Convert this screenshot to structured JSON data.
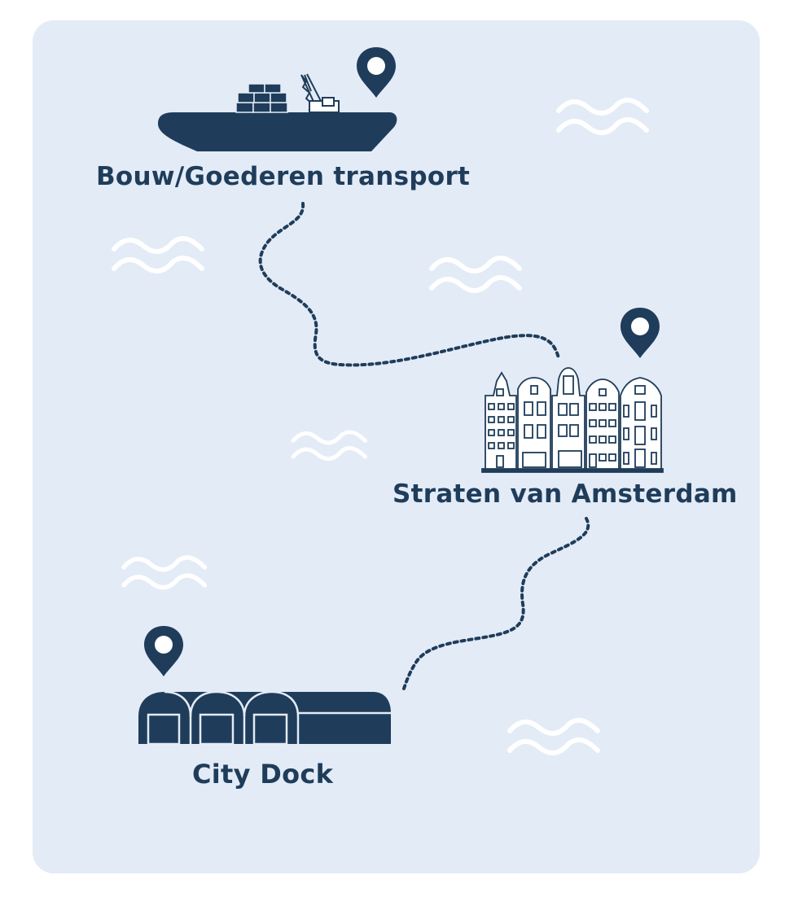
{
  "colors": {
    "background": "#e3ebf7",
    "primary": "#1f3d5a",
    "waves": "#ffffff"
  },
  "route": {
    "stops": [
      {
        "id": "ship",
        "label": "Bouw/Goederen transport",
        "icon": "cargo-ship-icon",
        "pin": "location-pin-icon"
      },
      {
        "id": "street",
        "label": "Straten van Amsterdam",
        "icon": "canal-houses-icon",
        "pin": "location-pin-icon"
      },
      {
        "id": "dock",
        "label": "City Dock",
        "icon": "warehouse-icon",
        "pin": "location-pin-icon"
      }
    ],
    "path_style": "dotted"
  },
  "decorations": {
    "wave_icon": "wave-icon",
    "wave_count": 6
  }
}
